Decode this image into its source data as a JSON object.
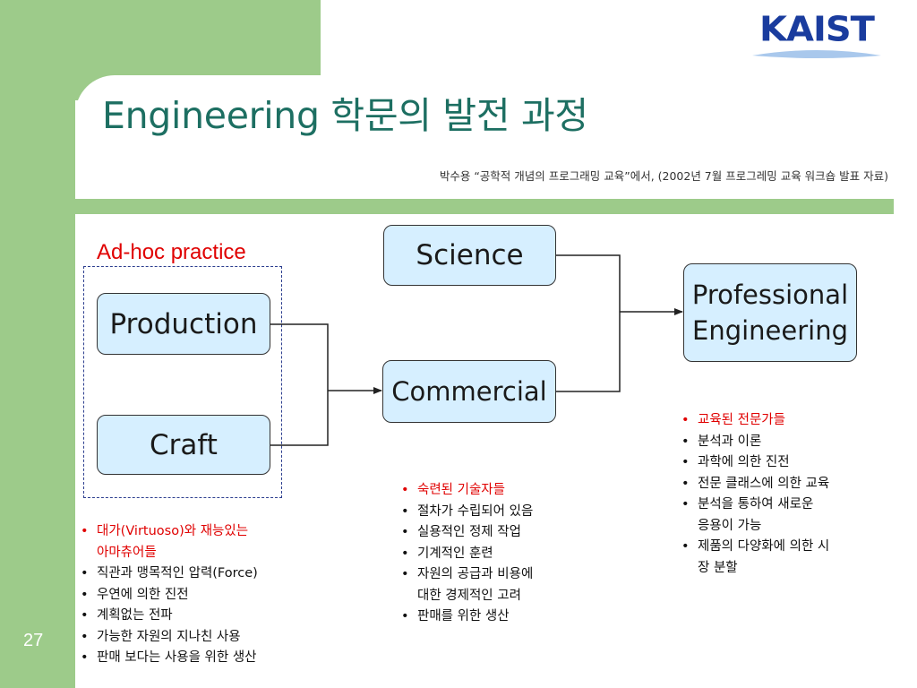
{
  "logo": {
    "text": "KAIST",
    "color": "#1a3c9e"
  },
  "title": "Engineering 학문의 발전 과정",
  "subtitle": "박수용 “공학적 개념의 프로그래밍 교육”에서, (2002년 7월 프로그레밍 교육 워크숍 발표 자료)",
  "page_number": "27",
  "adhoc_label": "Ad-hoc practice",
  "nodes": {
    "production": "Production",
    "craft": "Craft",
    "science": "Science",
    "commercial": "Commercial",
    "professional_line1": "Professional",
    "professional_line2": "Engineering"
  },
  "bullets_left": [
    {
      "text": "대가(Virtuoso)와 재능있는",
      "cont": "아마츄어들",
      "red": true
    },
    {
      "text": "직관과 맹목적인 압력(Force)",
      "cont": "",
      "red": false
    },
    {
      "text": "우연에 의한 진전",
      "cont": "",
      "red": false
    },
    {
      "text": "계획없는 전파",
      "cont": "",
      "red": false
    },
    {
      "text": "가능한 자원의 지나친 사용",
      "cont": "",
      "red": false
    },
    {
      "text": "판매 보다는 사용을 위한 생산",
      "cont": "",
      "red": false
    }
  ],
  "bullets_mid": [
    {
      "text": "숙련된 기술자들",
      "cont": "",
      "red": true
    },
    {
      "text": "절차가 수립되어 있음",
      "cont": "",
      "red": false
    },
    {
      "text": "실용적인 정제 작업",
      "cont": "",
      "red": false
    },
    {
      "text": "기계적인 훈련",
      "cont": "",
      "red": false
    },
    {
      "text": "자원의 공급과 비용에",
      "cont": "대한 경제적인 고려",
      "red": false
    },
    {
      "text": "판매를 위한 생산",
      "cont": "",
      "red": false
    }
  ],
  "bullets_right": [
    {
      "text": "교육된 전문가들",
      "cont": "",
      "red": true
    },
    {
      "text": "분석과 이론",
      "cont": "",
      "red": false
    },
    {
      "text": "과학에 의한 진전",
      "cont": "",
      "red": false
    },
    {
      "text": "전문 클래스에 의한 교육",
      "cont": "",
      "red": false
    },
    {
      "text": "분석을 통하여 새로운",
      "cont": "응용이 가능",
      "red": false
    },
    {
      "text": "제품의 다양화에 의한 시",
      "cont": "장 분할",
      "red": false
    }
  ],
  "colors": {
    "accent_green": "#9dcb8a",
    "title_teal": "#1d6f62",
    "node_fill": "#d6efff",
    "highlight_red": "#e00000"
  }
}
